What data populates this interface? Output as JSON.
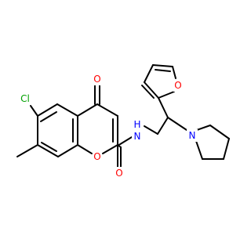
{
  "colors": {
    "oxygen": "#ff0000",
    "nitrogen": "#0000ff",
    "chlorine": "#00a000",
    "carbon": "#000000"
  },
  "atoms": {
    "chloro": "Cl",
    "ketone_oxygen": "O",
    "ring_oxygen": "O",
    "amide_oxygen": "O",
    "amide_nitrogen_n": "N",
    "amide_nitrogen_h": "H",
    "furan_oxygen": "O",
    "pyrrolidine_nitrogen": "N"
  }
}
